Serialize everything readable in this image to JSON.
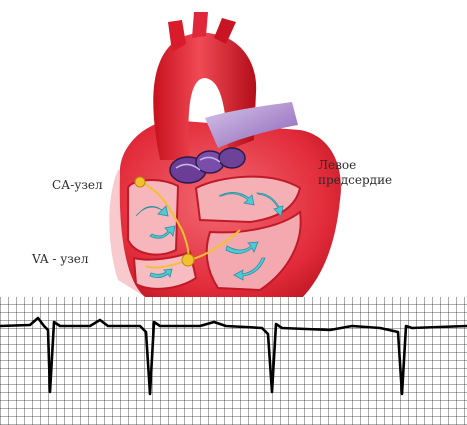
{
  "labels": {
    "ca_node": "СА-узел",
    "va_node": "VA - узел",
    "left_atrium": "Левое предсердие"
  },
  "colors": {
    "heart_red": "#e8283a",
    "heart_dark": "#b8141f",
    "heart_pink": "#f4a4aa",
    "vein_purple": "#7d4fa8",
    "blood_arrow": "#4fc9d6",
    "node_yellow": "#f2c12e",
    "ecg_line": "#000000",
    "grid": "#2a2a2a"
  },
  "icons": [
    "heart-illustration",
    "flow-arrow-icon",
    "ecg-trace"
  ]
}
